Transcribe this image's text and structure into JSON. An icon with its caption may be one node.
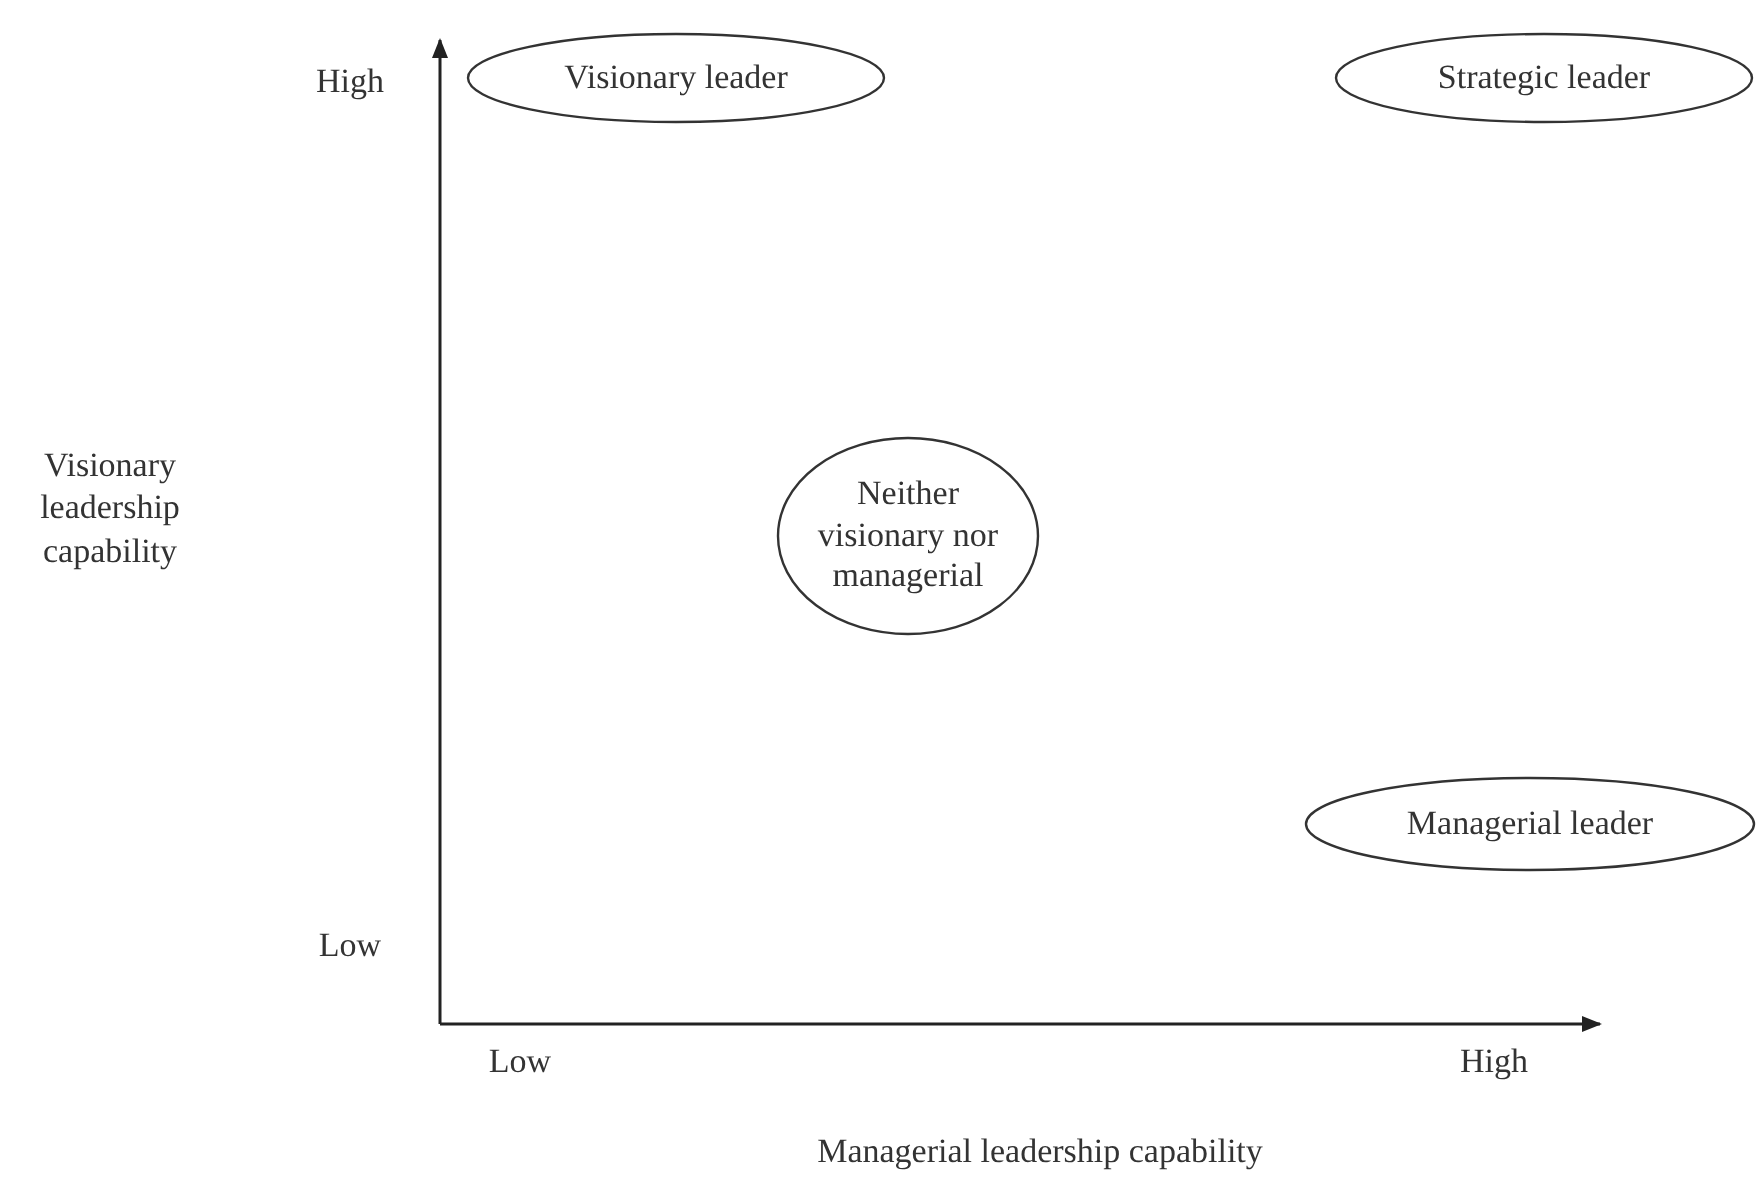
{
  "diagram": {
    "nodes": [
      {
        "text": [
          "Visionary leader"
        ]
      },
      {
        "text": [
          "Strategic leader"
        ]
      },
      {
        "text": [
          "Neither visionary nor managerial"
        ]
      },
      {
        "text": [
          "Managerial leader"
        ]
      }
    ],
    "labels": [
      "High",
      "Visionary leadership capability",
      "Low",
      "Low",
      "High",
      "Managerial leadership capability"
    ]
  }
}
